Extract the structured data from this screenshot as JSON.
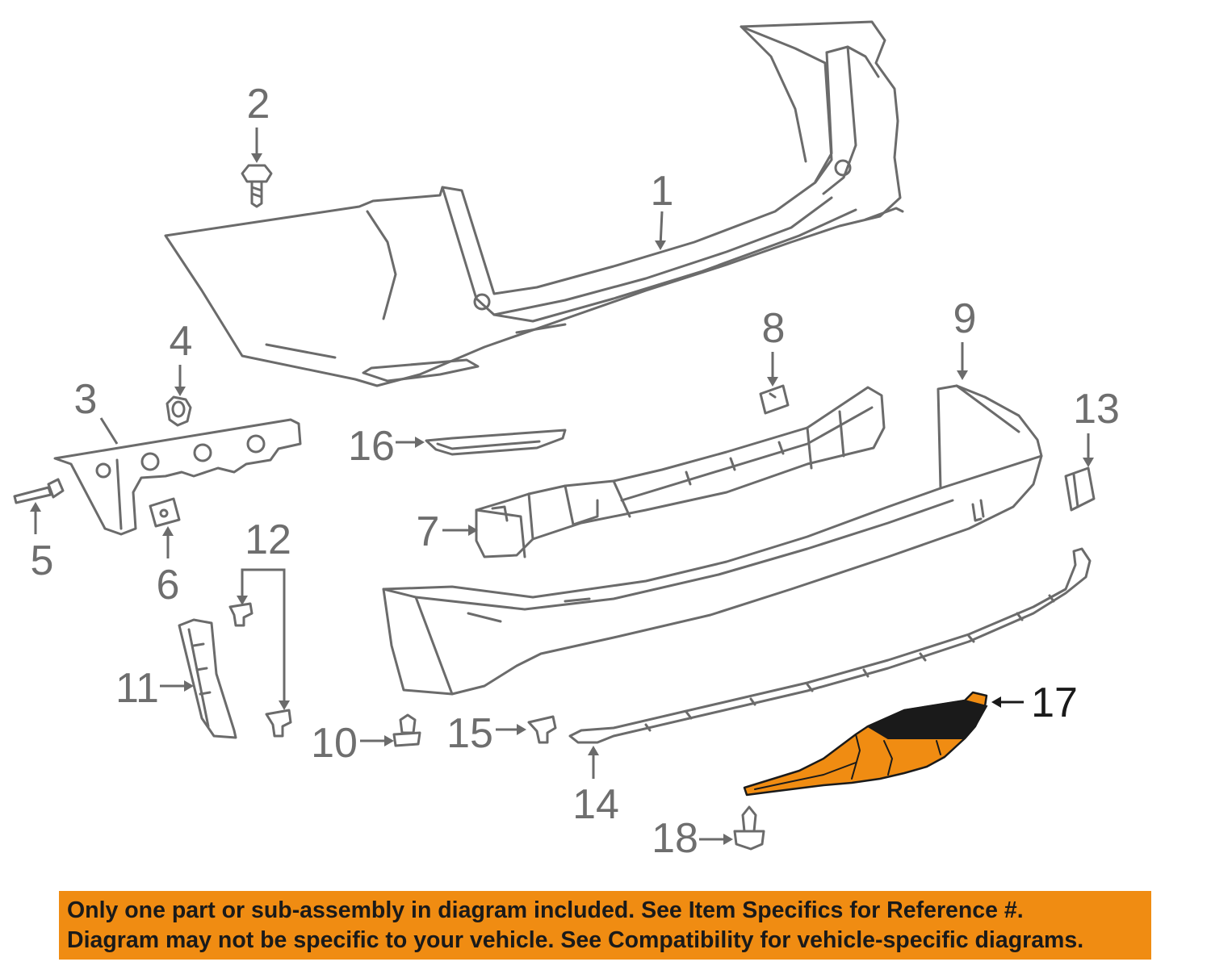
{
  "diagram": {
    "callouts": [
      {
        "number": "1",
        "part": "bumper-cover",
        "highlighted": false
      },
      {
        "number": "2",
        "part": "bolt",
        "highlighted": false
      },
      {
        "number": "3",
        "part": "side-bracket",
        "highlighted": false
      },
      {
        "number": "4",
        "part": "nut",
        "highlighted": false
      },
      {
        "number": "5",
        "part": "rivet",
        "highlighted": false
      },
      {
        "number": "6",
        "part": "clip-nut",
        "highlighted": false
      },
      {
        "number": "7",
        "part": "energy-absorber",
        "highlighted": false
      },
      {
        "number": "8",
        "part": "clip",
        "highlighted": false
      },
      {
        "number": "9",
        "part": "lower-cover",
        "highlighted": false
      },
      {
        "number": "10",
        "part": "push-pin",
        "highlighted": false
      },
      {
        "number": "11",
        "part": "retainer-bracket",
        "highlighted": false
      },
      {
        "number": "12",
        "part": "retainer-clips",
        "highlighted": false
      },
      {
        "number": "13",
        "part": "pad",
        "highlighted": false
      },
      {
        "number": "14",
        "part": "lower-molding",
        "highlighted": false
      },
      {
        "number": "15",
        "part": "retainer",
        "highlighted": false
      },
      {
        "number": "16",
        "part": "reflector",
        "highlighted": false
      },
      {
        "number": "17",
        "part": "splash-shield",
        "highlighted": true
      },
      {
        "number": "18",
        "part": "screw",
        "highlighted": false
      }
    ],
    "highlight_color": "#f08c12",
    "line_color": "#6b6b6b"
  },
  "banner": {
    "line1": "Only one part or sub-assembly in diagram included. See Item Specifics for Reference #.",
    "line2": "Diagram may not be specific to your vehicle. See Compatibility for vehicle-specific diagrams.",
    "background": "#f08c12"
  }
}
